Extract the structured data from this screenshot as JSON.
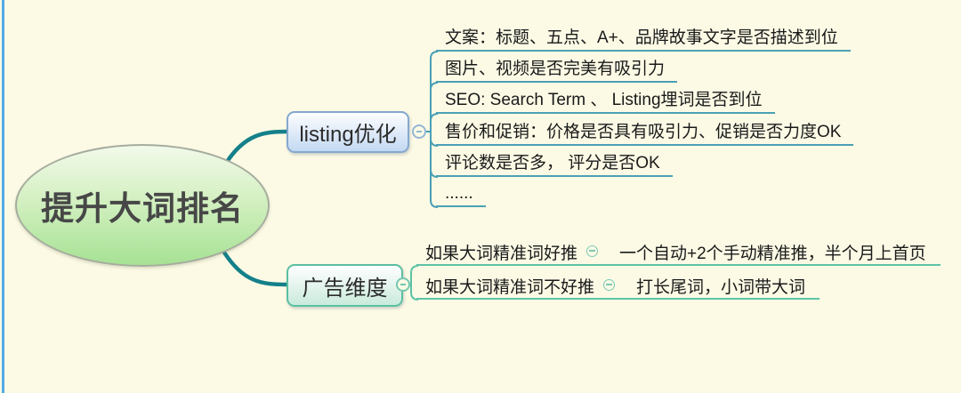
{
  "app": {
    "type": "mindmap",
    "title": "提升大词排名"
  },
  "colors": {
    "background": "#FCFAE5",
    "left_edge_line": "#54A9E9",
    "root_fill_top": "#F2FAEA",
    "root_fill_bottom": "#A6E294",
    "root_border": "#A6AC9E",
    "main_connector": "#14808A",
    "listing_node_border": "#85A8CE",
    "listing_node_fill": "#C3D9F2",
    "listing_underline": "#4BA0B5",
    "ads_node_border": "#5BBFA2",
    "ads_node_fill": "#C9EBDC",
    "ads_underline": "#5CC3A7"
  },
  "icons": {
    "collapse": "minus-in-circle"
  },
  "root": {
    "label": "提升大词排名"
  },
  "branches": [
    {
      "label": "listing优化",
      "children": [
        {
          "label": "文案：标题、五点、A+、品牌故事文字是否描述到位"
        },
        {
          "label": "图片、视频是否完美有吸引力"
        },
        {
          "label": "SEO: Search Term 、 Listing埋词是否到位"
        },
        {
          "label": "售价和促销：价格是否具有吸引力、促销是否力度OK"
        },
        {
          "label": "评论数是否多， 评分是否OK"
        },
        {
          "label": "......"
        }
      ]
    },
    {
      "label": "广告维度",
      "children": [
        {
          "label": "如果大词精准词好推",
          "detail": "一个自动+2个手动精准推，半个月上首页"
        },
        {
          "label": "如果大词精准词不好推",
          "detail": "打长尾词，小词带大词"
        }
      ]
    }
  ]
}
